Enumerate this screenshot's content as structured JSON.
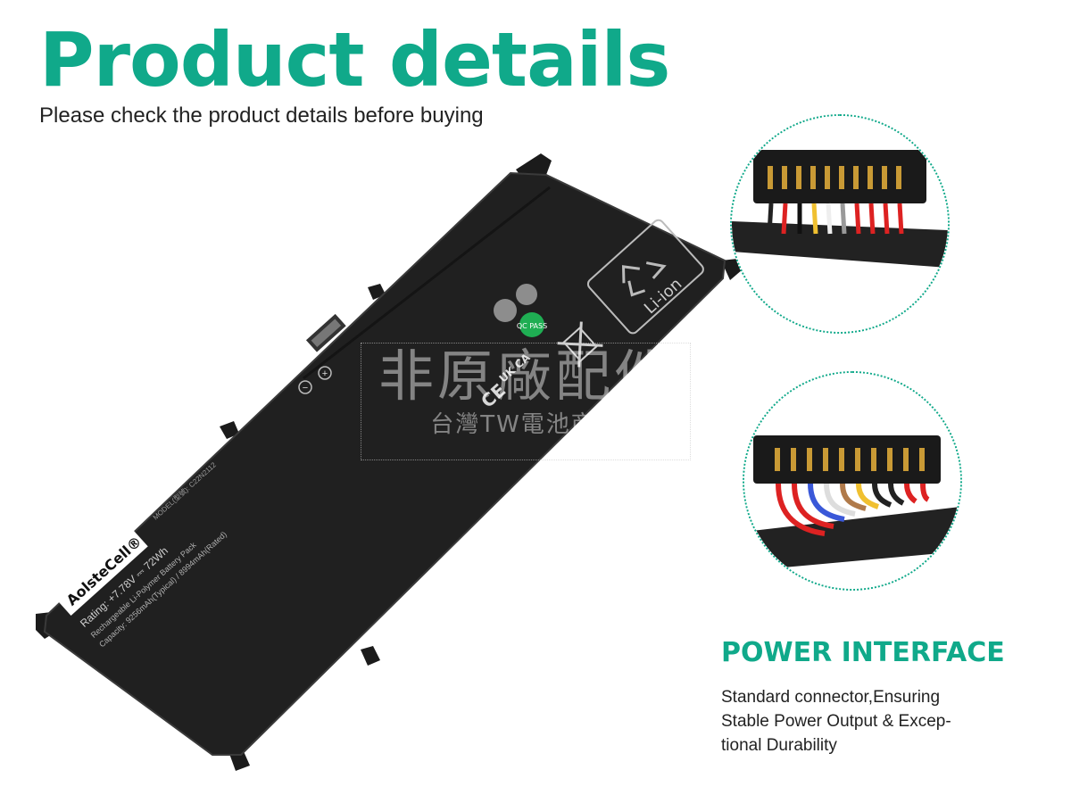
{
  "header": {
    "title": "Product details",
    "subtitle": "Please check the product details before buying"
  },
  "brand": {
    "accent": "#10a98a"
  },
  "battery": {
    "brand": "AolsteCell®",
    "rating": "Rating: +7.78V ⎓ 72Wh",
    "type": "Rechargeable Li-Polymer Battery Pack",
    "capacity": "Capacity: 9256mAh(Typical) / 8994mAh(Rated)",
    "model": "MODEL(型號): C22N2112",
    "cell_type": "Li-ion",
    "qc": "QC PASS",
    "cert_ce": "CE",
    "cert_ukca": "UK CA",
    "minus": "−",
    "plus": "+"
  },
  "watermark": {
    "main": "非原廠配件",
    "sub": "台灣TW電池商城"
  },
  "feature": {
    "heading": "POWER INTERFACE",
    "lines": [
      "Standard connector,Ensuring",
      "Stable Power Output & Excep-",
      "tional Durability"
    ]
  }
}
